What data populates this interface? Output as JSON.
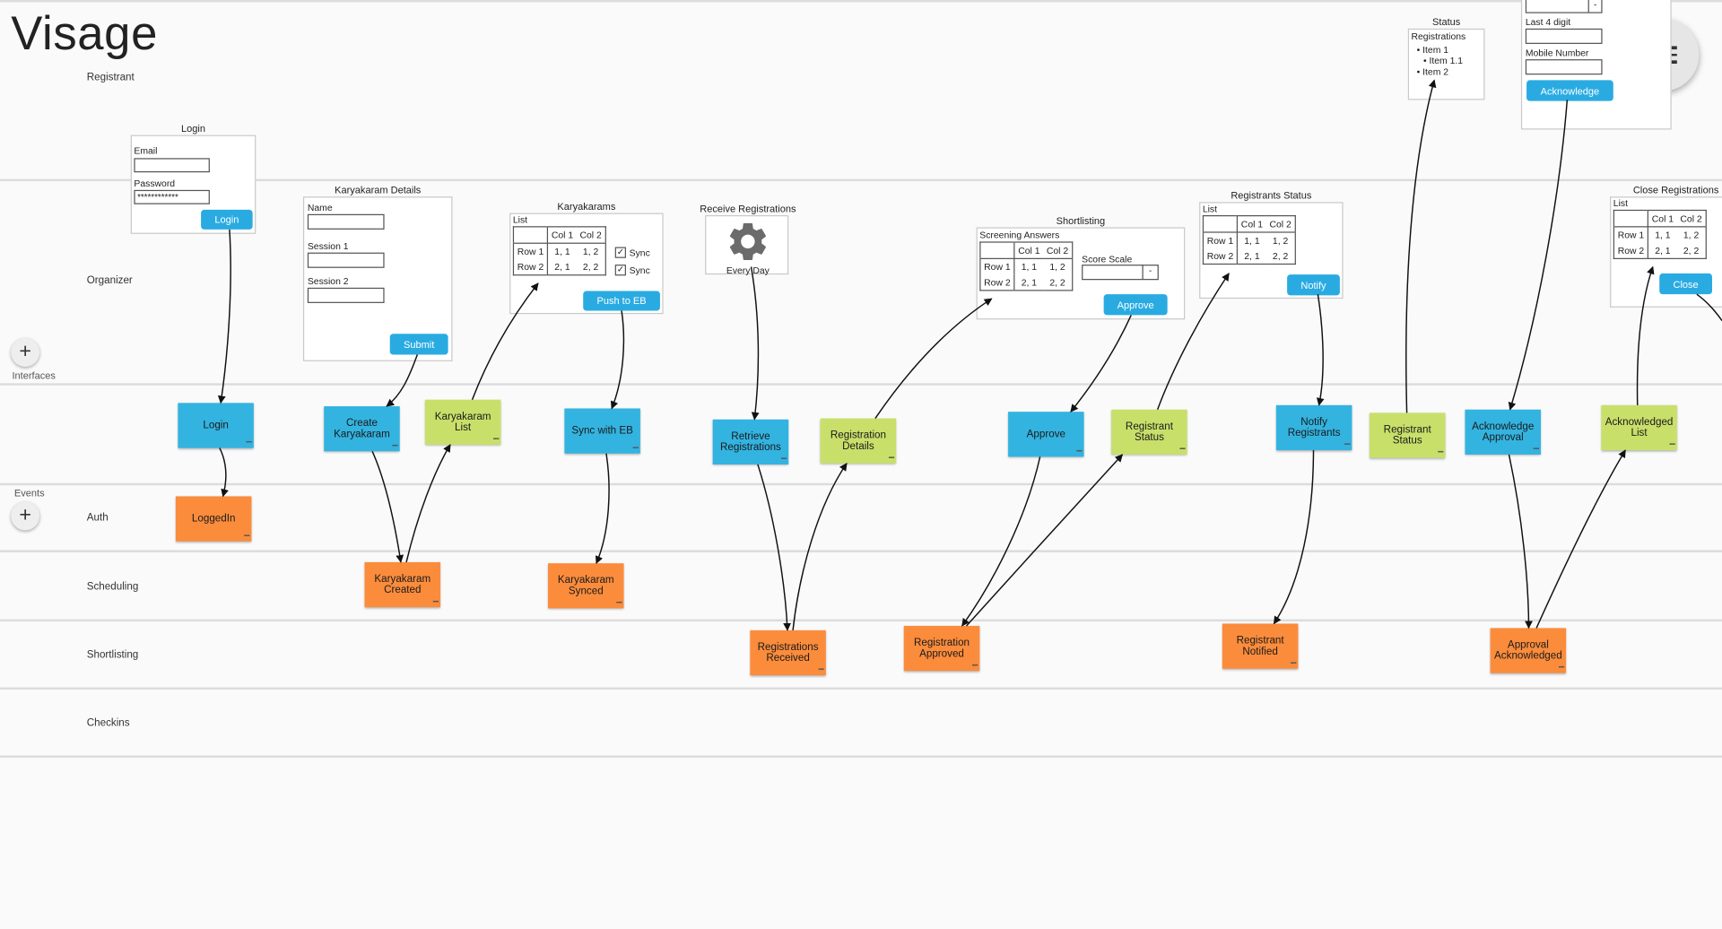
{
  "app_title": "Visage",
  "lanes": [
    {
      "name": "Registrant"
    },
    {
      "name": "Organizer"
    },
    {
      "name": "Auth"
    },
    {
      "name": "Scheduling"
    },
    {
      "name": "Shortlisting"
    },
    {
      "name": "Checkins"
    }
  ],
  "side_controls": {
    "interfaces_label": "Interfaces",
    "events_label": "Events",
    "plus_glyph": "+"
  },
  "menu_icon": "hamburger-menu-icon",
  "colors": {
    "command": "#33b3e0",
    "read_model": "#c8e06a",
    "event": "#fb8c3c",
    "button": "#29abe2"
  },
  "commands": {
    "login": "Login",
    "create_karyakaram": "Create Karyakaram",
    "sync_with_eb": "Sync with EB",
    "retrieve_registrations": "Retrieve Registrations",
    "approve": "Approve",
    "notify_registrants": "Notify Registrants",
    "acknowledge_approval": "Acknowledge Approval"
  },
  "read_models": {
    "karyakaram_list": "Karyakaram List",
    "registration_details": "Registration Details",
    "registrant_status_organizer": "Registrant Status",
    "registrant_status_registrant": "Registrant Status",
    "acknowledged_list": "Acknowledged List"
  },
  "events": {
    "logged_in": "LoggedIn",
    "karyakaram_created": "Karyakaram Created",
    "karyakaram_synced": "Karyakaram Synced",
    "registrations_received": "Registrations Received",
    "registration_approved": "Registration Approved",
    "registrant_notified": "Registrant Notified",
    "approval_acknowledged": "Approval Acknowledged"
  },
  "wireframes": {
    "login": {
      "title": "Login",
      "email_label": "Email",
      "email_value": "",
      "password_label": "Password",
      "password_value": "************",
      "button": "Login"
    },
    "karyakaram_details": {
      "title": "Karyakaram Details",
      "name_label": "Name",
      "session1_label": "Session 1",
      "session2_label": "Session 2",
      "button": "Submit"
    },
    "karyakarams": {
      "title": "Karyakarams",
      "list_label": "List",
      "col_headers": [
        "Col 1",
        "Col 2"
      ],
      "rows": [
        {
          "label": "Row 1",
          "cells": [
            "1, 1",
            "1, 2"
          ]
        },
        {
          "label": "Row 2",
          "cells": [
            "2, 1",
            "2, 2"
          ]
        }
      ],
      "sync_labels": [
        "Sync",
        "Sync"
      ],
      "check_mark": "✓",
      "button": "Push to EB"
    },
    "receive_registrations": {
      "title": "Receive Registrations",
      "schedule": "Every Day",
      "icon": "gear-icon"
    },
    "shortlisting": {
      "title": "Shortlisting",
      "section_label": "Screening Answers",
      "col_headers": [
        "Col 1",
        "Col 2"
      ],
      "rows": [
        {
          "label": "Row 1",
          "cells": [
            "1, 1",
            "1, 2"
          ]
        },
        {
          "label": "Row 2",
          "cells": [
            "2, 1",
            "2, 2"
          ]
        }
      ],
      "score_label": "Score Scale",
      "dropdown_arrow": "-",
      "button": "Approve"
    },
    "registrants_status": {
      "title": "Registrants Status",
      "list_label": "List",
      "col_headers": [
        "Col 1",
        "Col 2"
      ],
      "rows": [
        {
          "label": "Row 1",
          "cells": [
            "1, 1",
            "1, 2"
          ]
        },
        {
          "label": "Row 2",
          "cells": [
            "2, 1",
            "2, 2"
          ]
        }
      ],
      "button": "Notify"
    },
    "status": {
      "title": "Status",
      "heading": "Registrations",
      "items": [
        "• Item 1",
        "• Item 1.1",
        "• Item 2"
      ]
    },
    "acknowledge": {
      "dropdown_arrow": "-",
      "last4_label": "Last 4 digit",
      "mobile_label": "Mobile Number",
      "button": "Acknowledge"
    },
    "close_registrations": {
      "title": "Close Registrations",
      "list_label": "List",
      "col_headers": [
        "Col 1",
        "Col 2"
      ],
      "rows": [
        {
          "label": "Row 1",
          "cells": [
            "1, 1",
            "1, 2"
          ]
        },
        {
          "label": "Row 2",
          "cells": [
            "2, 1",
            "2, 2"
          ]
        }
      ],
      "button": "Close"
    }
  }
}
